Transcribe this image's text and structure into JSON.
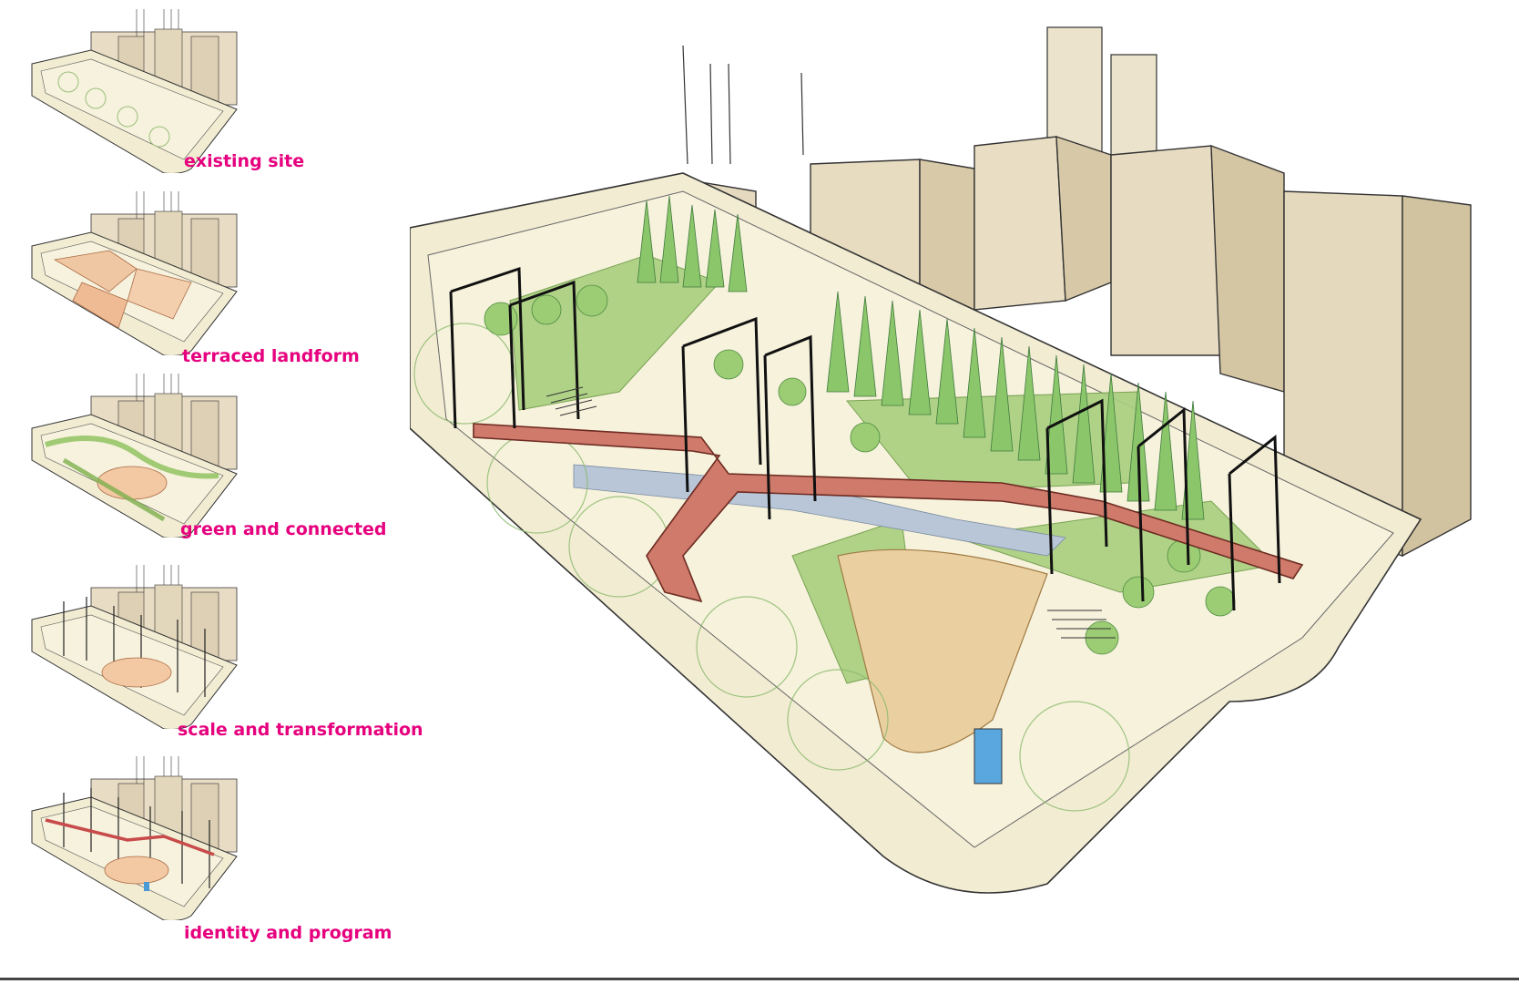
{
  "accent_color": "#e6007e",
  "steps": [
    {
      "label": "existing site",
      "icon": "existing-site-sketch"
    },
    {
      "label": "terraced landform",
      "icon": "terraced-landform-sketch"
    },
    {
      "label": "green and connected",
      "icon": "green-connected-sketch"
    },
    {
      "label": "scale and transformation",
      "icon": "scale-transformation-sketch"
    },
    {
      "label": "identity and program",
      "icon": "identity-program-sketch"
    }
  ],
  "main_illustration": {
    "icon": "park-axonometric-sketch"
  }
}
